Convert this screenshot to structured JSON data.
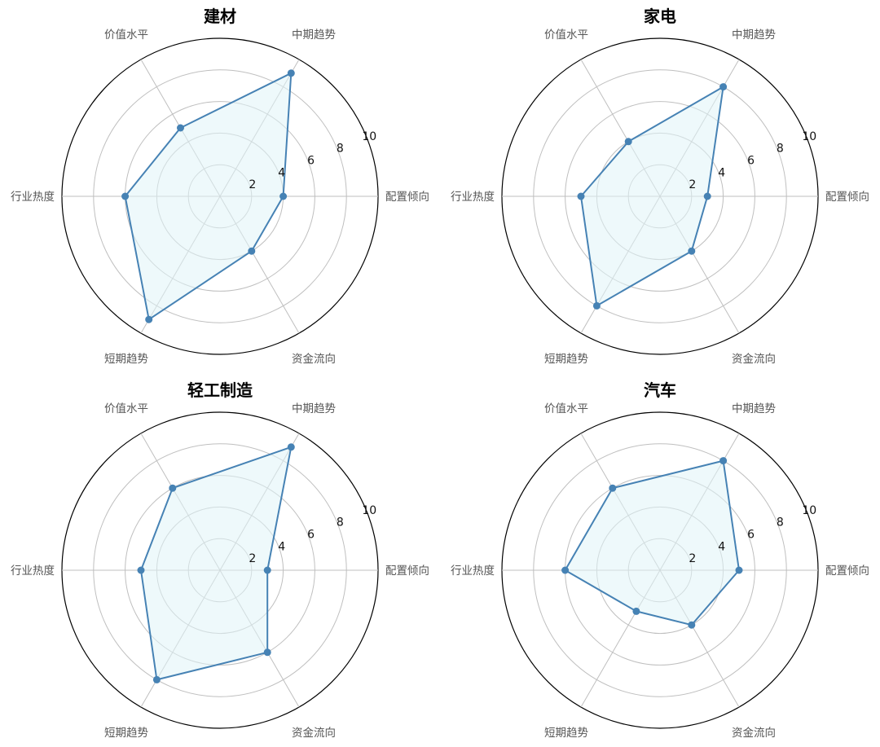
{
  "chart_data": [
    {
      "type": "radar",
      "title": "建材",
      "axes": [
        "配置倾向",
        "中期趋势",
        "价值水平",
        "行业热度",
        "短期趋势",
        "资金流向"
      ],
      "values": [
        4,
        9,
        5,
        6,
        9,
        4
      ],
      "rlim": [
        0,
        10
      ],
      "rticks": [
        "2",
        "4",
        "6",
        "8",
        "10"
      ]
    },
    {
      "type": "radar",
      "title": "家电",
      "axes": [
        "配置倾向",
        "中期趋势",
        "价值水平",
        "行业热度",
        "短期趋势",
        "资金流向"
      ],
      "values": [
        3,
        8,
        4,
        5,
        8,
        4
      ],
      "rlim": [
        0,
        10
      ],
      "rticks": [
        "2",
        "4",
        "6",
        "8",
        "10"
      ]
    },
    {
      "type": "radar",
      "title": "轻工制造",
      "axes": [
        "配置倾向",
        "中期趋势",
        "价值水平",
        "行业热度",
        "短期趋势",
        "资金流向"
      ],
      "values": [
        3,
        9,
        6,
        5,
        8,
        6
      ],
      "rlim": [
        0,
        10
      ],
      "rticks": [
        "2",
        "4",
        "6",
        "8",
        "10"
      ]
    },
    {
      "type": "radar",
      "title": "汽车",
      "axes": [
        "配置倾向",
        "中期趋势",
        "价值水平",
        "行业热度",
        "短期趋势",
        "资金流向"
      ],
      "values": [
        5,
        8,
        6,
        6,
        3,
        4
      ],
      "rlim": [
        0,
        10
      ],
      "rticks": [
        "2",
        "4",
        "6",
        "8",
        "10"
      ]
    }
  ],
  "colors": {
    "line": "#4682b4",
    "fill": "#e0f4f8",
    "grid": "#bfbfbf",
    "outer": "#000000",
    "axis_label": "#555555"
  }
}
